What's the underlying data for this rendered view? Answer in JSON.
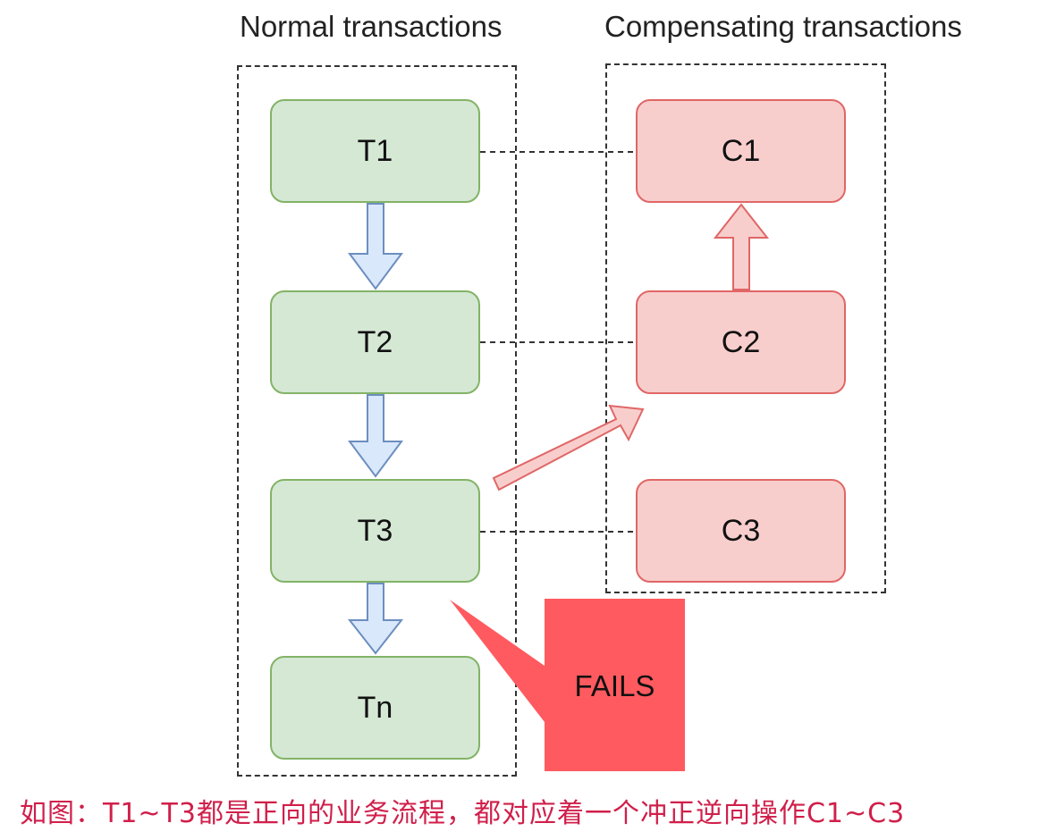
{
  "titles": {
    "normal": "Normal transactions",
    "compensating": "Compensating transactions"
  },
  "normal_transactions": [
    "T1",
    "T2",
    "T3",
    "Tn"
  ],
  "compensating_transactions": [
    "C1",
    "C2",
    "C3"
  ],
  "failure_label": "FAILS",
  "caption": "如图：T1~T3都是正向的业务流程，都对应着一个冲正逆向操作C1~C3",
  "colors": {
    "normal_fill": "#d5e8d4",
    "normal_border": "#82b366",
    "compensating_fill": "#f8cecc",
    "compensating_border": "#e06666",
    "flow_arrow_fill": "#dae8fc",
    "flow_arrow_border": "#6c8ebf",
    "failure": "#ff5a5f",
    "caption": "#d01f4a"
  }
}
